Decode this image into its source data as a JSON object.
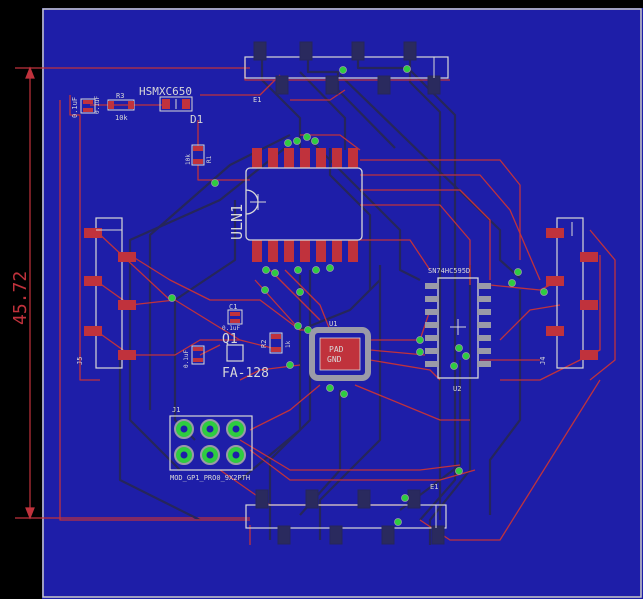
{
  "board": {
    "dimension_label": "45.72",
    "colors": {
      "background": "#000000",
      "board_fill": "#1e1ea8",
      "outline": "#c8c8c8",
      "top_copper": "#c0323c",
      "bottom_copper": "#2a2a5e",
      "via": "#2ecc40",
      "silk": "#d8d8d8",
      "pad_gray": "#9a9aa8"
    }
  },
  "labels": {
    "d1_value": "HSMXC650",
    "d1_name": "D1",
    "r3_name": "R3",
    "r3_value": "10k",
    "c_top_value": "0.1uF",
    "r1_value": "10k",
    "r1_name": "R1",
    "uln": "ULN1",
    "u2_value": "SN74HC595D",
    "u2_name": "U2",
    "u1_name": "U1",
    "pad_line1": "PAD",
    "pad_line2": "GND",
    "c1_name": "C1",
    "c1_value": "0.1uF",
    "q1_name": "Q1",
    "fa128": "FA-128",
    "r2_name": "R2",
    "r2_value": "1k",
    "c2_value": "0.1uF",
    "j1_name": "J1",
    "j1_value": "MOD_GP1_PRO0_9X2PTH",
    "j5_name": "J5",
    "j4_name": "J4",
    "e1_top": "E1",
    "e1_bottom": "E1"
  }
}
